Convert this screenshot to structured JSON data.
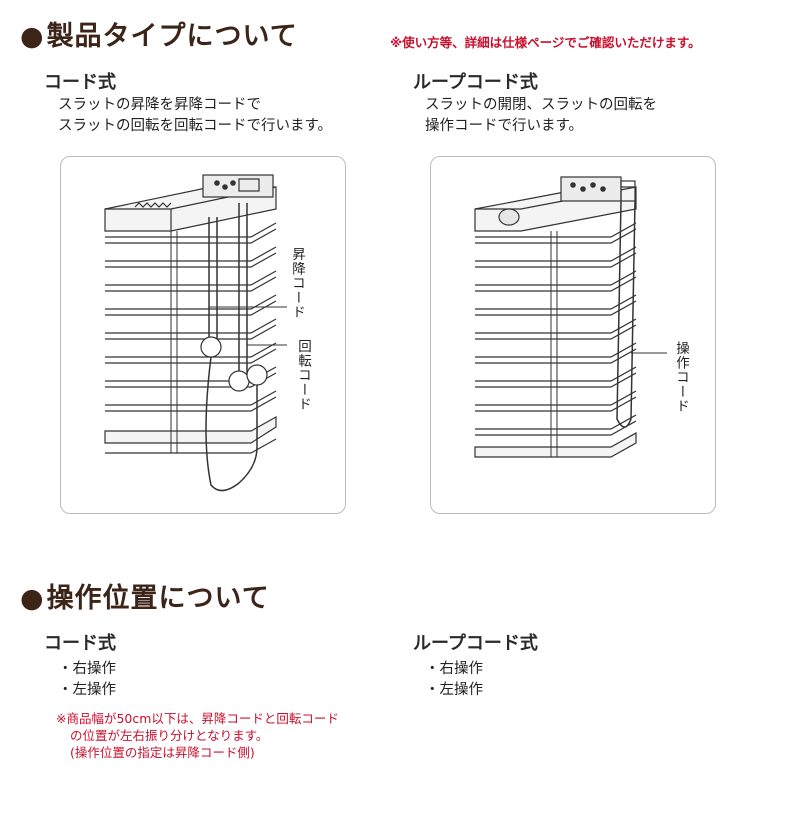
{
  "section1": {
    "bullet": "●",
    "title": "製品タイプについて",
    "notice": "※使い方等、詳細は仕様ページでご確認いただけます。"
  },
  "cord_type": {
    "title": "コード式",
    "desc_line1": "スラットの昇降を昇降コードで",
    "desc_line2": "スラットの回転を回転コードで行います。",
    "label_lift": "昇降コード",
    "label_rotate": "回転コード"
  },
  "loop_type": {
    "title": "ループコード式",
    "desc_line1": "スラットの開閉、スラットの回転を",
    "desc_line2": "操作コードで行います。",
    "label_operate": "操作コード"
  },
  "section2": {
    "bullet": "●",
    "title": "操作位置について"
  },
  "position_cord": {
    "title": "コード式",
    "items": [
      "・右操作",
      "・左操作"
    ],
    "note_line1": "※商品幅が50cm以下は、昇降コードと回転コード",
    "note_line2": "の位置が左右振り分けとなります。",
    "note_line3": "(操作位置の指定は昇降コード側)"
  },
  "position_loop": {
    "title": "ループコード式",
    "items": [
      "・右操作",
      "・左操作"
    ]
  },
  "colors": {
    "title_brown": "#3c2418",
    "notice_red": "#c8102e",
    "panel_border": "#bdbdbd"
  }
}
